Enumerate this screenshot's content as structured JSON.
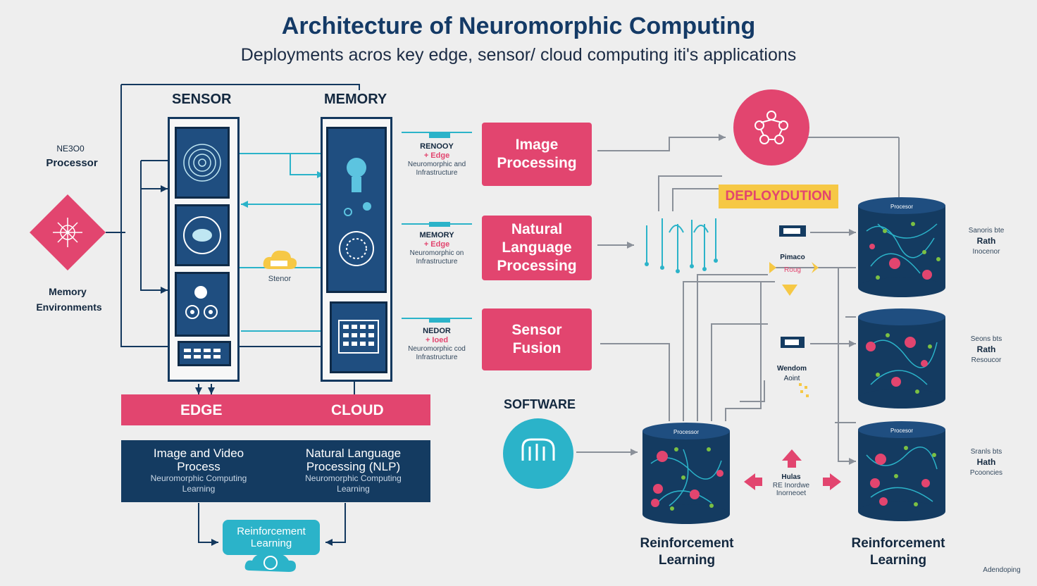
{
  "title": "Architecture of Neuromorphic Computing",
  "subtitle": "Deployments acros key edge, sensor/ cloud computing iti's applications",
  "left": {
    "processor_top": "NE3O0",
    "processor": "Processor",
    "memory_env_1": "Memory",
    "memory_env_2": "Environments"
  },
  "columns": {
    "sensor": "SENSOR",
    "memory": "MEMORY"
  },
  "cloud_icon_label": "Stenor",
  "bars": {
    "edge": "EDGE",
    "cloud": "CLOUD"
  },
  "bottom_panel": {
    "left_title_1": "Image and Video",
    "left_title_2": "Process",
    "left_sub_1": "Neuromorphic Computing",
    "left_sub_2": "Learning",
    "right_title_1": "Natural Language",
    "right_title_2": "Processing (NLP)",
    "right_sub_1": "Neuromorphic Computing",
    "right_sub_2": "Learning"
  },
  "reinforcement_small": {
    "line1": "Reinforcement",
    "line2": "Learning"
  },
  "mid_labels": [
    {
      "top": "RENOOY",
      "mid": "+ Edge",
      "sub1": "Neuromorphic and",
      "sub2": "Infrastructure"
    },
    {
      "top": "MEMORY",
      "mid": "+ Edge",
      "sub1": "Neuromorphic on",
      "sub2": "Infrastructure"
    },
    {
      "top": "NEDOR",
      "mid": "+ Ioed",
      "sub1": "Neuromorphic cod",
      "sub2": "Infrastructure"
    }
  ],
  "applications": [
    {
      "line1": "Image",
      "line2": "Processing"
    },
    {
      "line1": "Natural",
      "line2": "Language",
      "line3": "Processing"
    },
    {
      "line1": "Sensor",
      "line2": "Fusion"
    }
  ],
  "software": "SOFTWARE",
  "deployment": "DEPLOYDUTION",
  "cylinders": {
    "top_label": "Procesor",
    "bottom_left_label": "Processor",
    "bottom_right_label": "Procesor"
  },
  "right_labels": [
    {
      "top": "Sanoris bte",
      "mid": "Rath",
      "bot": "Inocenor"
    },
    {
      "top": "Seons bts",
      "mid": "Rath",
      "bot": "Resoucor"
    },
    {
      "top": "Sranls bts",
      "mid": "Hath",
      "bot": "Pcooncies"
    }
  ],
  "mid_chip_labels": {
    "a1": "Pimaco",
    "a2": "Roug",
    "b1": "Wendom",
    "b2": "Aoint",
    "c1": "Hulas",
    "c2": "RE Inordwe",
    "c3": "Inorneoet"
  },
  "bottom_labels": {
    "left_1": "Reinforcement",
    "left_2": "Learning",
    "right_1": "Reinforcement",
    "right_2": "Learning"
  },
  "corner_note": "Adendoping",
  "colors": {
    "pink": "#e2456f",
    "navy": "#143b61",
    "teal": "#2bb3c9",
    "yellow": "#f6c845"
  }
}
